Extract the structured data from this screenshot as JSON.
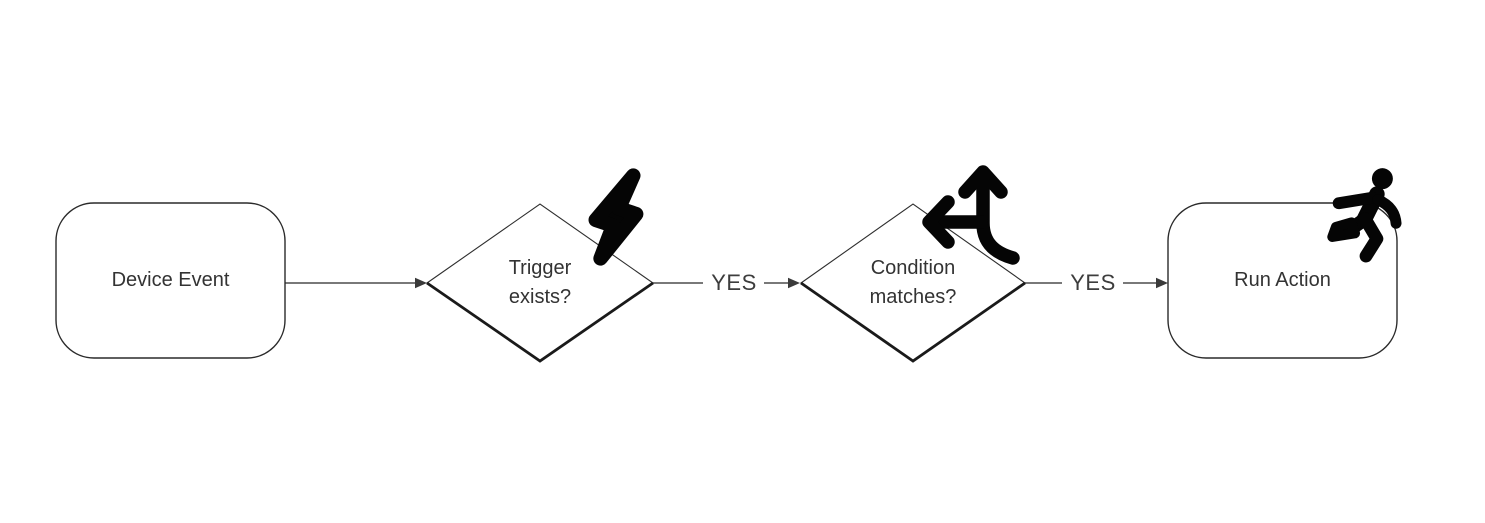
{
  "diagram": {
    "type": "flowchart",
    "nodes": [
      {
        "id": "device-event",
        "shape": "rounded-rect",
        "label": "Device Event",
        "icon": null
      },
      {
        "id": "trigger-exists",
        "shape": "decision-diamond",
        "label": "Trigger exists?",
        "label_lines": [
          "Trigger",
          "exists?"
        ],
        "icon": "lightning-icon"
      },
      {
        "id": "condition-matches",
        "shape": "decision-diamond",
        "label": "Condition matches?",
        "label_lines": [
          "Condition",
          "matches?"
        ],
        "icon": "directions-icon"
      },
      {
        "id": "run-action",
        "shape": "rounded-rect",
        "label": "Run Action",
        "icon": "runner-icon"
      }
    ],
    "edges": [
      {
        "from": "device-event",
        "to": "trigger-exists",
        "label": ""
      },
      {
        "from": "trigger-exists",
        "to": "condition-matches",
        "label": "YES"
      },
      {
        "from": "condition-matches",
        "to": "run-action",
        "label": "YES"
      }
    ],
    "colors": {
      "background": "#ffffff",
      "connector": "#4d4d4d",
      "arrowhead": "#3a3a3a",
      "shape_stroke": "#2a2a2a",
      "shape_stroke_heavy": "#1a1a1a",
      "text": "#333333",
      "icon": "#050505"
    }
  }
}
